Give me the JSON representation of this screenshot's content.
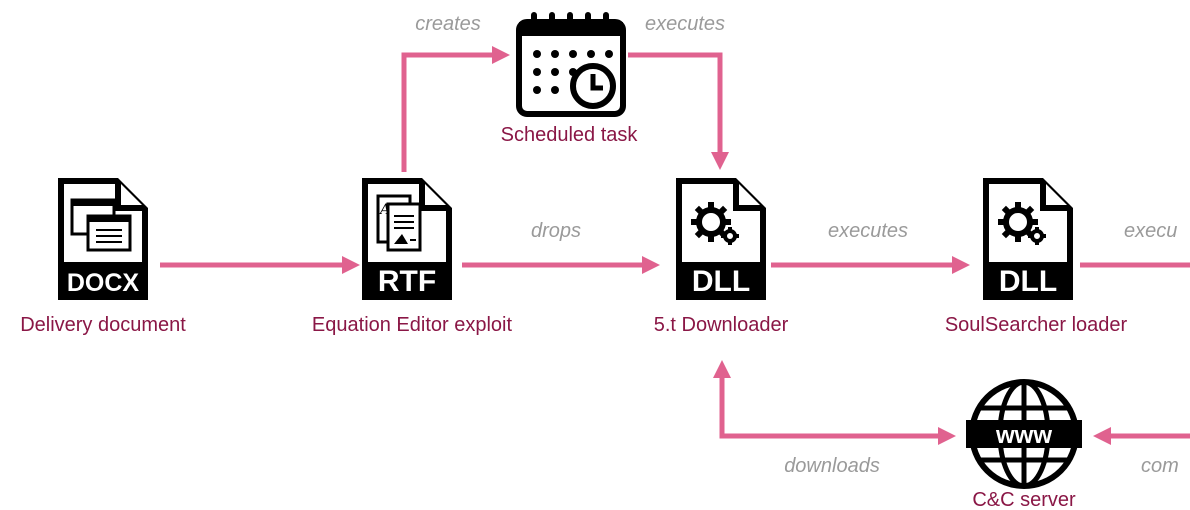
{
  "nodes": {
    "delivery": {
      "label": "Delivery document",
      "badge": "DOCX",
      "icon": "docx-file-icon"
    },
    "equation": {
      "label": "Equation Editor exploit",
      "badge": "RTF",
      "icon": "rtf-file-icon"
    },
    "scheduled": {
      "label": "Scheduled task",
      "icon": "calendar-clock-icon"
    },
    "downloader": {
      "label": "5.t Downloader",
      "badge": "DLL",
      "icon": "dll-file-icon"
    },
    "soulsearcher": {
      "label": "SoulSearcher loader",
      "badge": "DLL",
      "icon": "dll-file-icon"
    },
    "cnc": {
      "label": "C&C server",
      "badge": "www",
      "icon": "globe-www-icon"
    }
  },
  "edges": {
    "creates": "creates",
    "executes_task": "executes",
    "drops": "drops",
    "executes_loader": "executes",
    "executes_right": "execu",
    "downloads": "downloads",
    "com": "com"
  },
  "colors": {
    "arrow": "#e0628f",
    "node_label": "#8a1746",
    "edge_label": "#9a9a9a",
    "icon": "#000000"
  }
}
